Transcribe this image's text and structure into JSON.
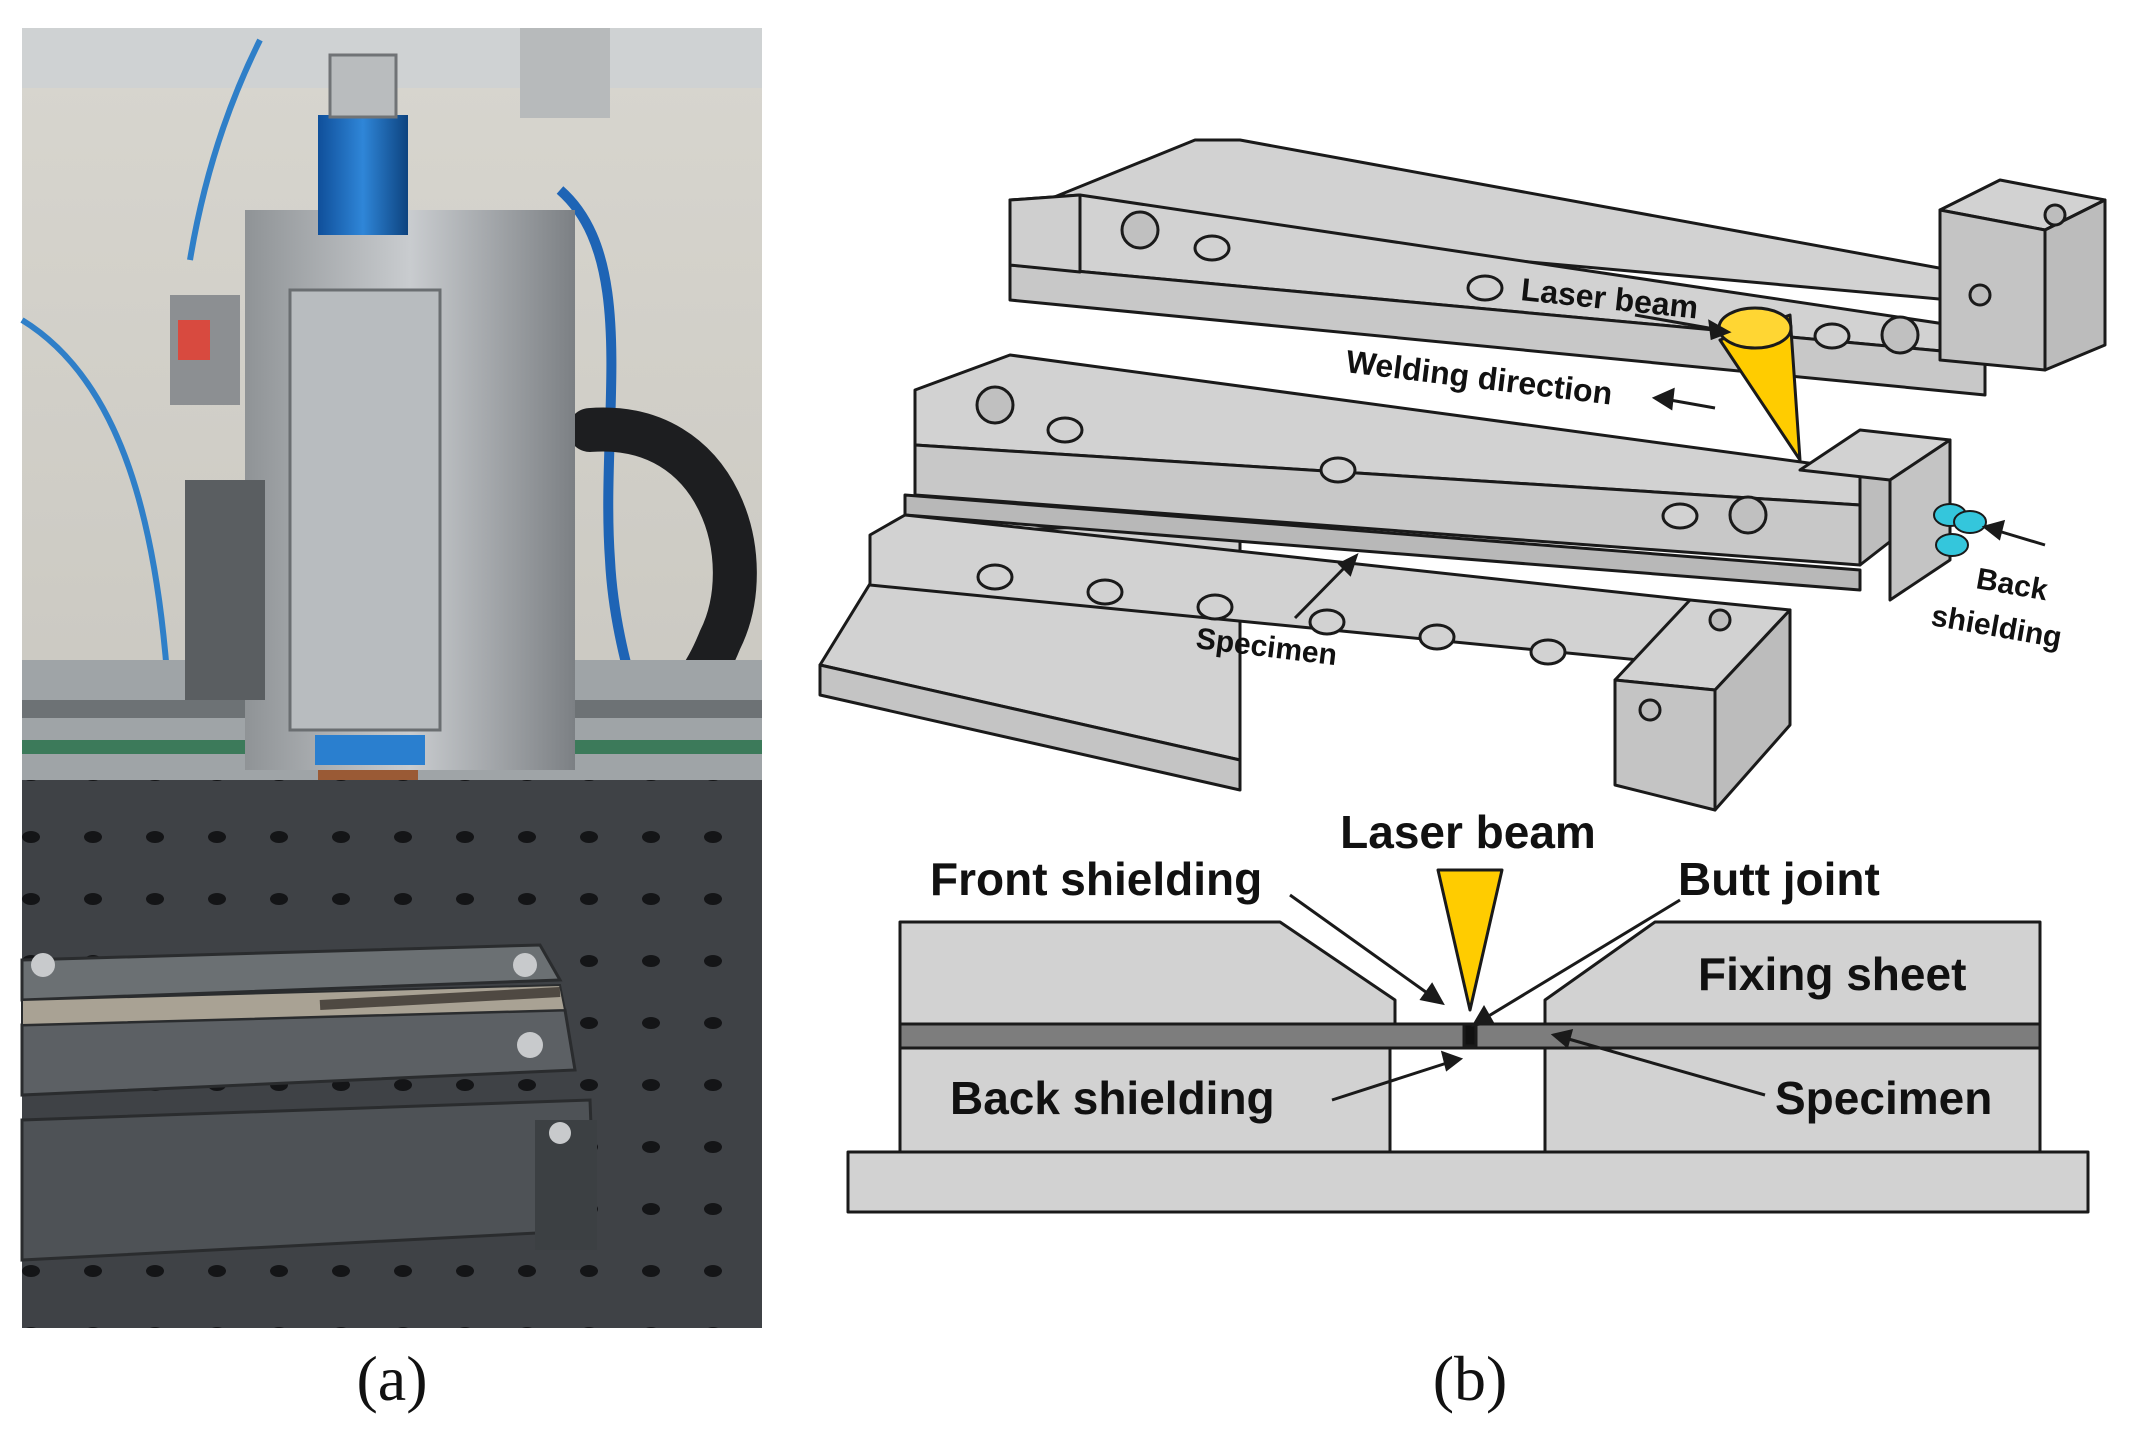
{
  "panels": [
    {
      "id": "a",
      "caption": "(a)"
    },
    {
      "id": "b",
      "caption": "(b)"
    }
  ],
  "iso_labels": {
    "laser_beam": "Laser beam",
    "welding_direction": "Welding direction",
    "specimen": "Specimen",
    "back_shielding_line1": "Back",
    "back_shielding_line2": "shielding"
  },
  "section_labels": {
    "laser_beam": "Laser beam",
    "front_shielding": "Front shielding",
    "butt_joint": "Butt joint",
    "fixing_sheet": "Fixing sheet",
    "back_shielding": "Back shielding",
    "specimen": "Specimen"
  },
  "colors": {
    "plate_fill": "#d2d2d2",
    "outline": "#1a1a1a",
    "laser_yellow": "#ffcc00",
    "nozzle_cyan": "#34c6dc"
  }
}
